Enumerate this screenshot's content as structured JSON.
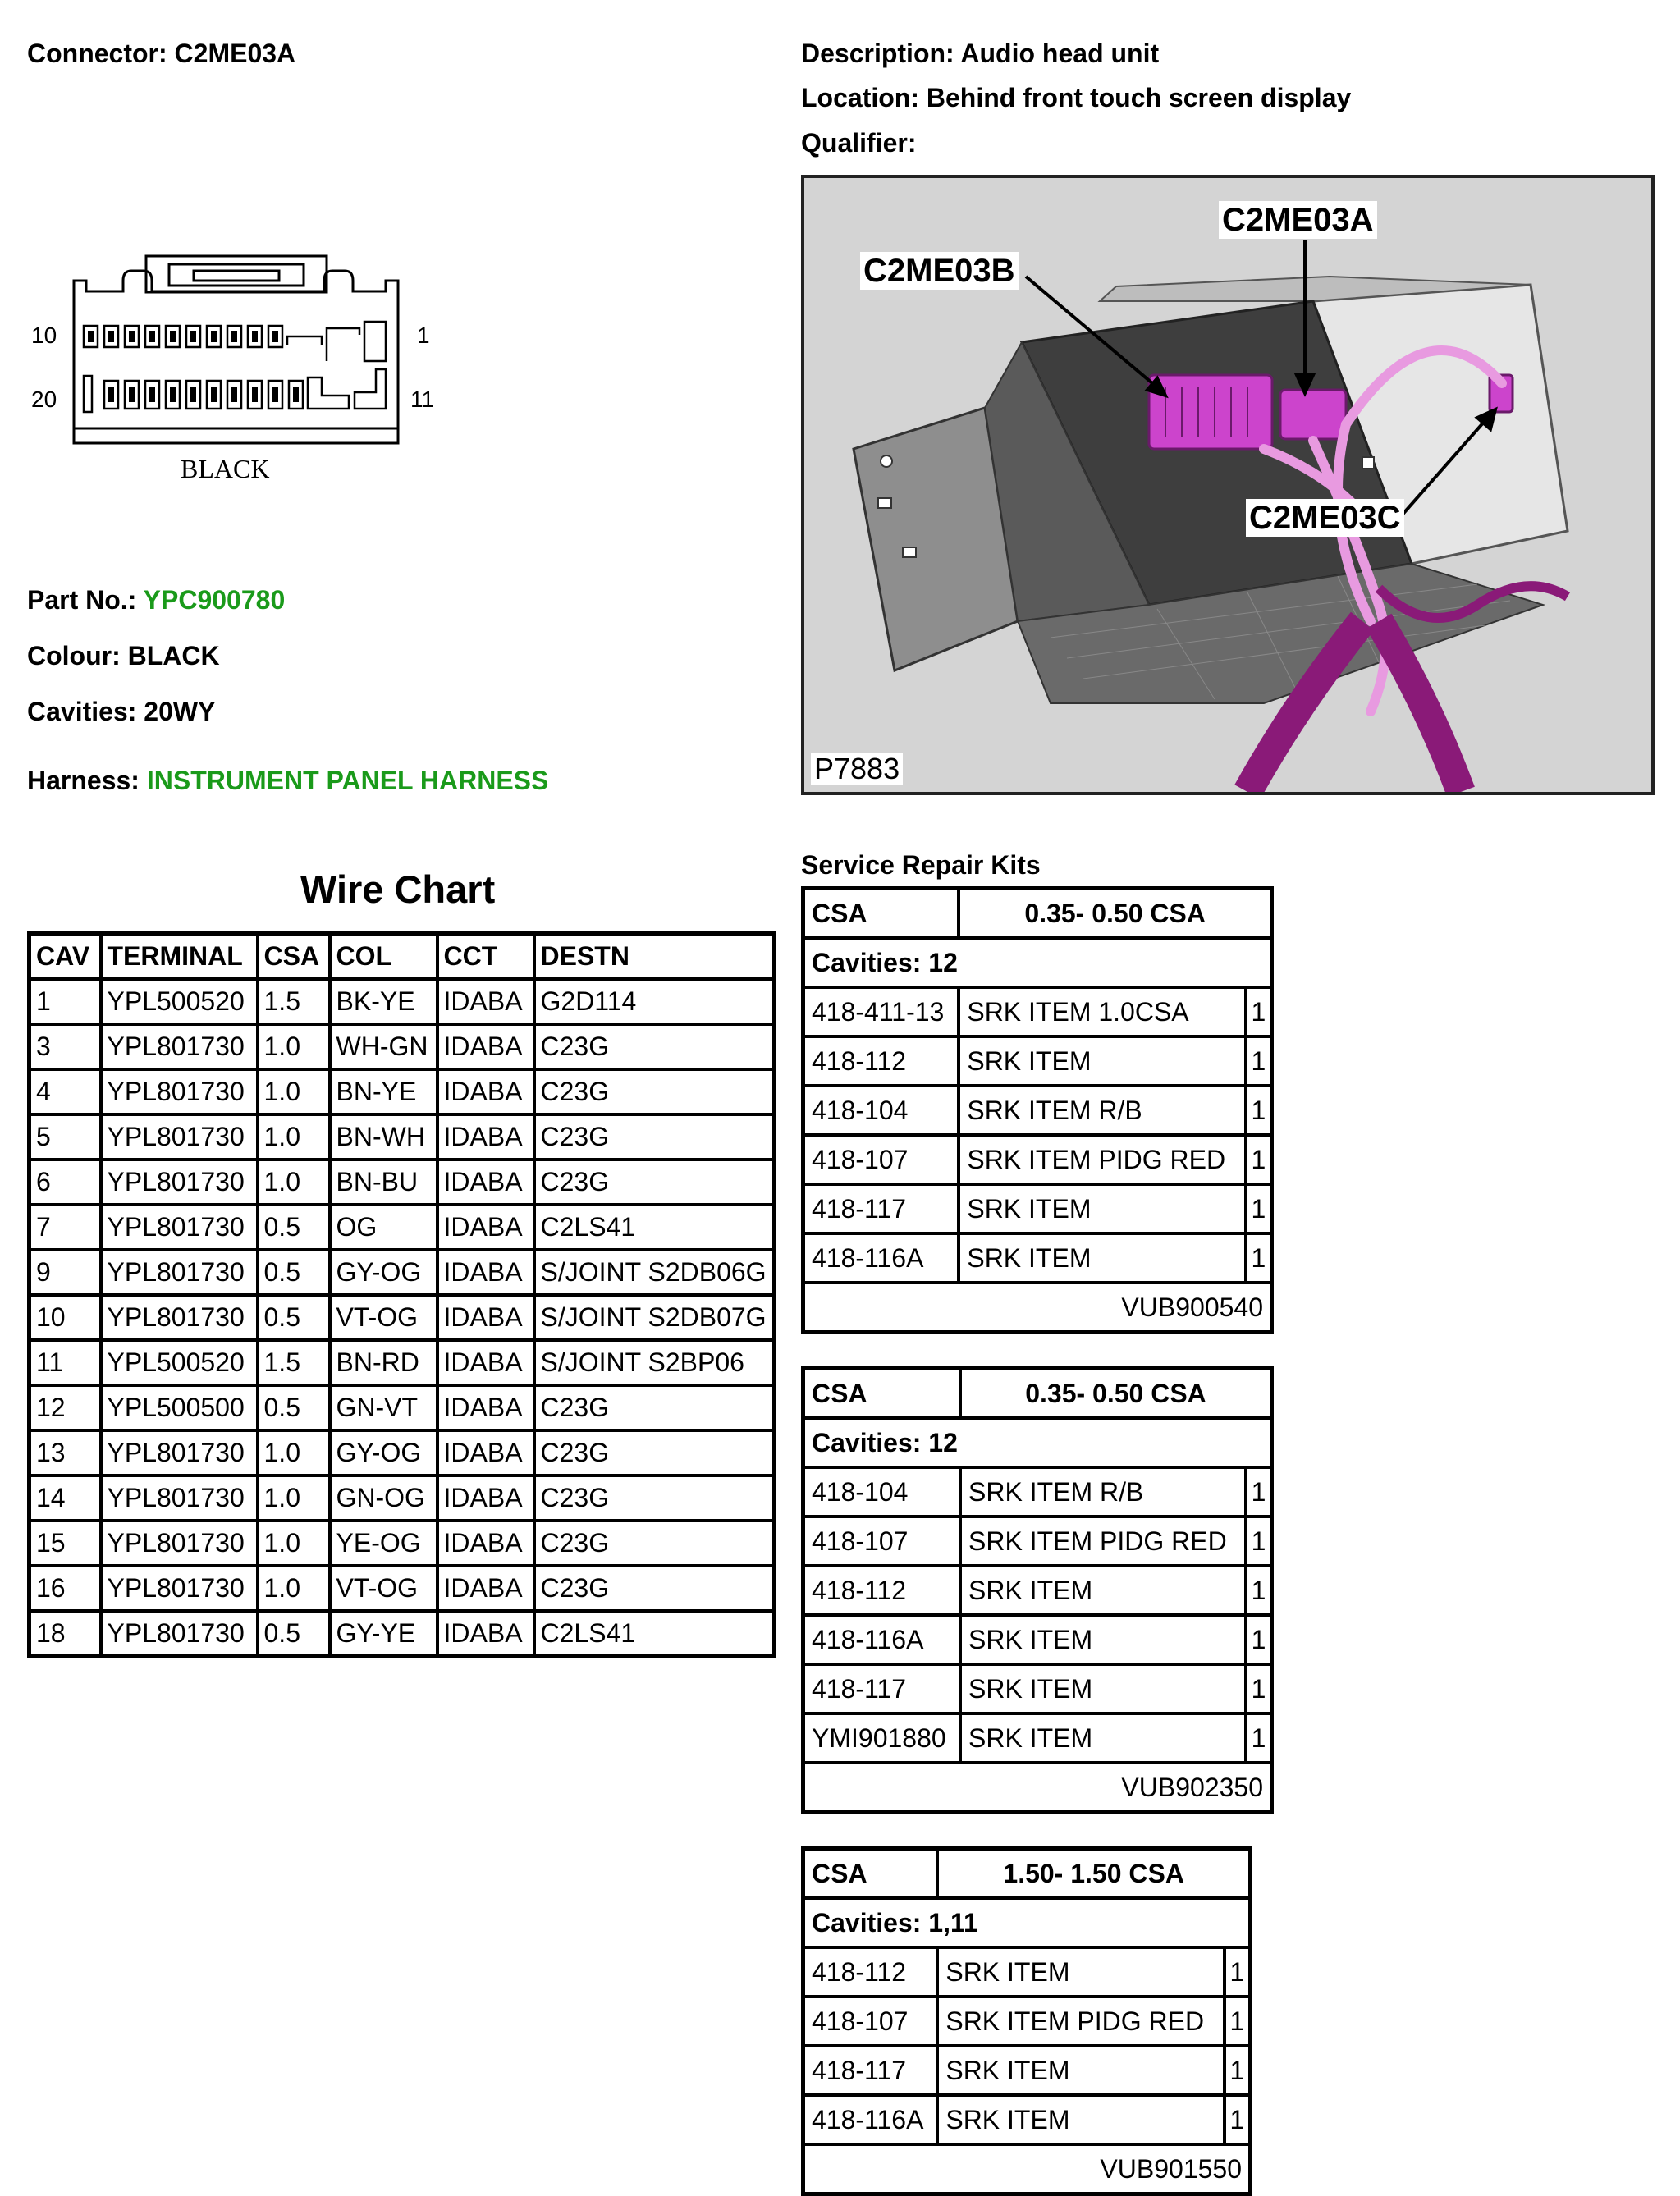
{
  "connector": {
    "label": "Connector:",
    "value": "C2ME03A"
  },
  "description": {
    "label": "Description:",
    "value": "Audio head unit"
  },
  "location": {
    "label": "Location:",
    "value": "Behind front touch screen display"
  },
  "qualifier": {
    "label": "Qualifier:",
    "value": ""
  },
  "diagram": {
    "pin_10": "10",
    "pin_1": "1",
    "pin_20": "20",
    "pin_11": "11",
    "colour_label": "BLACK"
  },
  "part": {
    "label": "Part No.:",
    "value": "YPC900780"
  },
  "colour": {
    "label": "Colour:",
    "value": "BLACK"
  },
  "cavities": {
    "label": "Cavities:",
    "value": "20WY"
  },
  "harness": {
    "label": "Harness:",
    "value": "INSTRUMENT PANEL HARNESS"
  },
  "photo": {
    "callout_a": "C2ME03A",
    "callout_b": "C2ME03B",
    "callout_c": "C2ME03C",
    "ref": "P7883"
  },
  "colors": {
    "green_text": "#1a9a1a",
    "connector_magenta": "#cc44cc",
    "harness_purple": "#8a1a78"
  },
  "wire_chart": {
    "title": "Wire Chart",
    "headers": [
      "CAV",
      "TERMINAL",
      "CSA",
      "COL",
      "CCT",
      "DESTN"
    ],
    "rows": [
      [
        "1",
        "YPL500520",
        "1.5",
        "BK-YE",
        "IDABA",
        "G2D114"
      ],
      [
        "3",
        "YPL801730",
        "1.0",
        "WH-GN",
        "IDABA",
        "C23G"
      ],
      [
        "4",
        "YPL801730",
        "1.0",
        "BN-YE",
        "IDABA",
        "C23G"
      ],
      [
        "5",
        "YPL801730",
        "1.0",
        "BN-WH",
        "IDABA",
        "C23G"
      ],
      [
        "6",
        "YPL801730",
        "1.0",
        "BN-BU",
        "IDABA",
        "C23G"
      ],
      [
        "7",
        "YPL801730",
        "0.5",
        "OG",
        "IDABA",
        "C2LS41"
      ],
      [
        "9",
        "YPL801730",
        "0.5",
        "GY-OG",
        "IDABA",
        "S/JOINT S2DB06G"
      ],
      [
        "10",
        "YPL801730",
        "0.5",
        "VT-OG",
        "IDABA",
        "S/JOINT S2DB07G"
      ],
      [
        "11",
        "YPL500520",
        "1.5",
        "BN-RD",
        "IDABA",
        "S/JOINT S2BP06"
      ],
      [
        "12",
        "YPL500500",
        "0.5",
        "GN-VT",
        "IDABA",
        "C23G"
      ],
      [
        "13",
        "YPL801730",
        "1.0",
        "GY-OG",
        "IDABA",
        "C23G"
      ],
      [
        "14",
        "YPL801730",
        "1.0",
        "GN-OG",
        "IDABA",
        "C23G"
      ],
      [
        "15",
        "YPL801730",
        "1.0",
        "YE-OG",
        "IDABA",
        "C23G"
      ],
      [
        "16",
        "YPL801730",
        "1.0",
        "VT-OG",
        "IDABA",
        "C23G"
      ],
      [
        "18",
        "YPL801730",
        "0.5",
        "GY-YE",
        "IDABA",
        "C2LS41"
      ]
    ]
  },
  "service_kits": {
    "title": "Service Repair Kits",
    "kits": [
      {
        "csa_label": "CSA",
        "csa_value": "0.35- 0.50 CSA",
        "cavities": "Cavities: 12",
        "items": [
          [
            "418-411-13",
            "SRK ITEM 1.0CSA",
            "1"
          ],
          [
            "418-112",
            "SRK ITEM",
            "1"
          ],
          [
            "418-104",
            "SRK ITEM R/B",
            "1"
          ],
          [
            "418-107",
            "SRK ITEM PIDG RED",
            "1"
          ],
          [
            "418-117",
            "SRK ITEM",
            "1"
          ],
          [
            "418-116A",
            "SRK ITEM",
            "1"
          ]
        ],
        "kit_no": "VUB900540"
      },
      {
        "csa_label": "CSA",
        "csa_value": "0.35- 0.50 CSA",
        "cavities": "Cavities: 12",
        "items": [
          [
            "418-104",
            "SRK ITEM R/B",
            "1"
          ],
          [
            "418-107",
            "SRK ITEM PIDG RED",
            "1"
          ],
          [
            "418-112",
            "SRK ITEM",
            "1"
          ],
          [
            "418-116A",
            "SRK ITEM",
            "1"
          ],
          [
            "418-117",
            "SRK ITEM",
            "1"
          ],
          [
            "YMI901880",
            "SRK ITEM",
            "1"
          ]
        ],
        "kit_no": "VUB902350"
      },
      {
        "csa_label": "CSA",
        "csa_value": "1.50- 1.50 CSA",
        "cavities": "Cavities: 1,11",
        "items": [
          [
            "418-112",
            "SRK ITEM",
            "1"
          ],
          [
            "418-107",
            "SRK ITEM PIDG RED",
            "1"
          ],
          [
            "418-117",
            "SRK ITEM",
            "1"
          ],
          [
            "418-116A",
            "SRK ITEM",
            "1"
          ]
        ],
        "kit_no": "VUB901550"
      }
    ]
  }
}
